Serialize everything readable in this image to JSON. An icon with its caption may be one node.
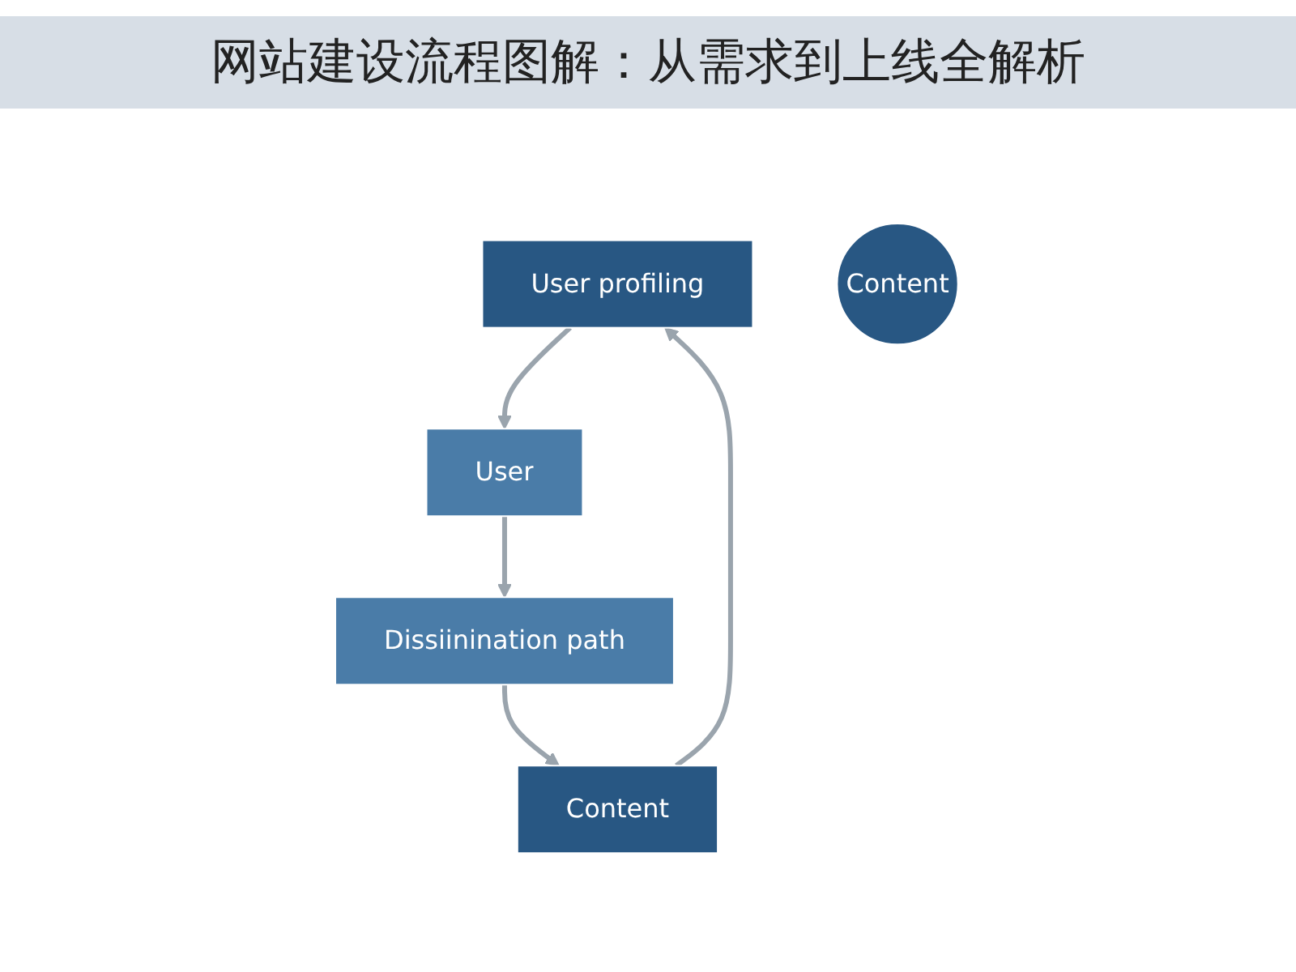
{
  "diagram": {
    "title": "网站建设流程图解：从需求到上线全解析",
    "nodes": [
      {
        "text": [
          "User profiling"
        ]
      },
      {
        "text": [
          "User"
        ]
      },
      {
        "text": [
          "Dissiinination path"
        ]
      },
      {
        "text": [
          "Content"
        ]
      },
      {
        "text": [
          "Content"
        ]
      }
    ],
    "edges": [
      {
        "from": 3,
        "to": 0,
        "arrow": "to"
      },
      {
        "from": 0,
        "to": 1,
        "arrow": "to"
      },
      {
        "from": 1,
        "to": 2,
        "arrow": "to"
      },
      {
        "from": 2,
        "to": 3,
        "arrow": "to"
      }
    ]
  }
}
